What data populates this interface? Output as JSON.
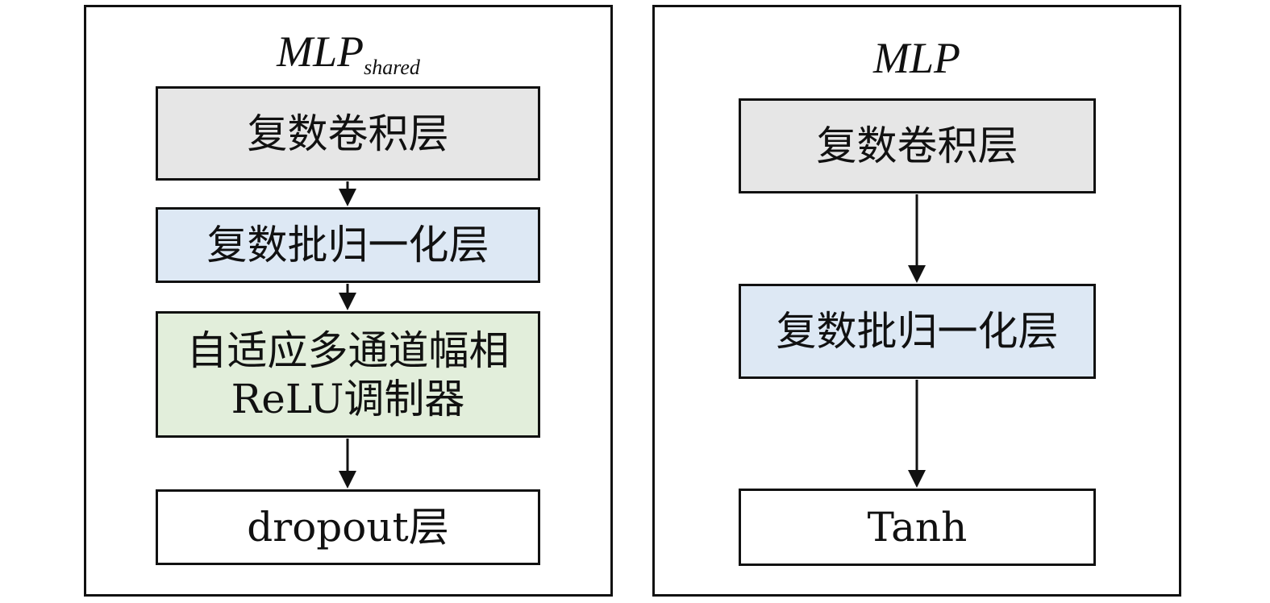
{
  "left_panel": {
    "title": "MLP",
    "title_subscript": "shared",
    "blocks": [
      {
        "label": "复数卷积层",
        "fill": "#e6e6e6"
      },
      {
        "label": "复数批归一化层",
        "fill": "#dde8f4"
      },
      {
        "label_line1": "自适应多通道幅相",
        "label_line2": "ReLU调制器",
        "fill": "#e2eedb"
      },
      {
        "label": "dropout层",
        "fill": "#ffffff"
      }
    ]
  },
  "right_panel": {
    "title": "MLP",
    "blocks": [
      {
        "label": "复数卷积层",
        "fill": "#e6e6e6"
      },
      {
        "label": "复数批归一化层",
        "fill": "#dde8f4"
      },
      {
        "label": "Tanh",
        "fill": "#ffffff"
      }
    ]
  },
  "colors": {
    "stroke": "#111111",
    "conv_fill": "#e6e6e6",
    "bn_fill": "#dde8f4",
    "relu_fill": "#e2eedb",
    "plain_fill": "#ffffff"
  }
}
